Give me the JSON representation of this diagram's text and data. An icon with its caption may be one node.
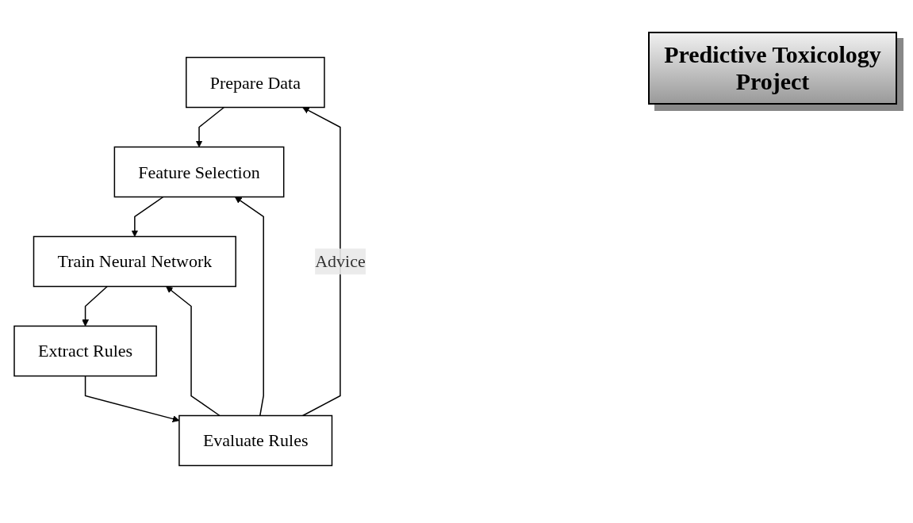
{
  "diagram": {
    "title": "Predictive Toxicology Project",
    "nodes": [
      {
        "text": [
          "Prepare Data"
        ]
      },
      {
        "text": [
          "Feature Selection"
        ]
      },
      {
        "text": [
          "Train Neural Network"
        ]
      },
      {
        "text": [
          "Extract Rules"
        ]
      },
      {
        "text": [
          "Evaluate Rules"
        ]
      }
    ],
    "edges": [
      {
        "from": 0,
        "to": 1,
        "arrow": "to"
      },
      {
        "from": 1,
        "to": 2,
        "arrow": "to"
      },
      {
        "from": 2,
        "to": 3,
        "arrow": "to"
      },
      {
        "from": 3,
        "to": 4,
        "arrow": "to"
      },
      {
        "from": 4,
        "to": 0,
        "arrow": "to",
        "label": "Advice"
      },
      {
        "from": 4,
        "to": 1,
        "arrow": "to"
      },
      {
        "from": 4,
        "to": 2,
        "arrow": "to"
      }
    ]
  }
}
